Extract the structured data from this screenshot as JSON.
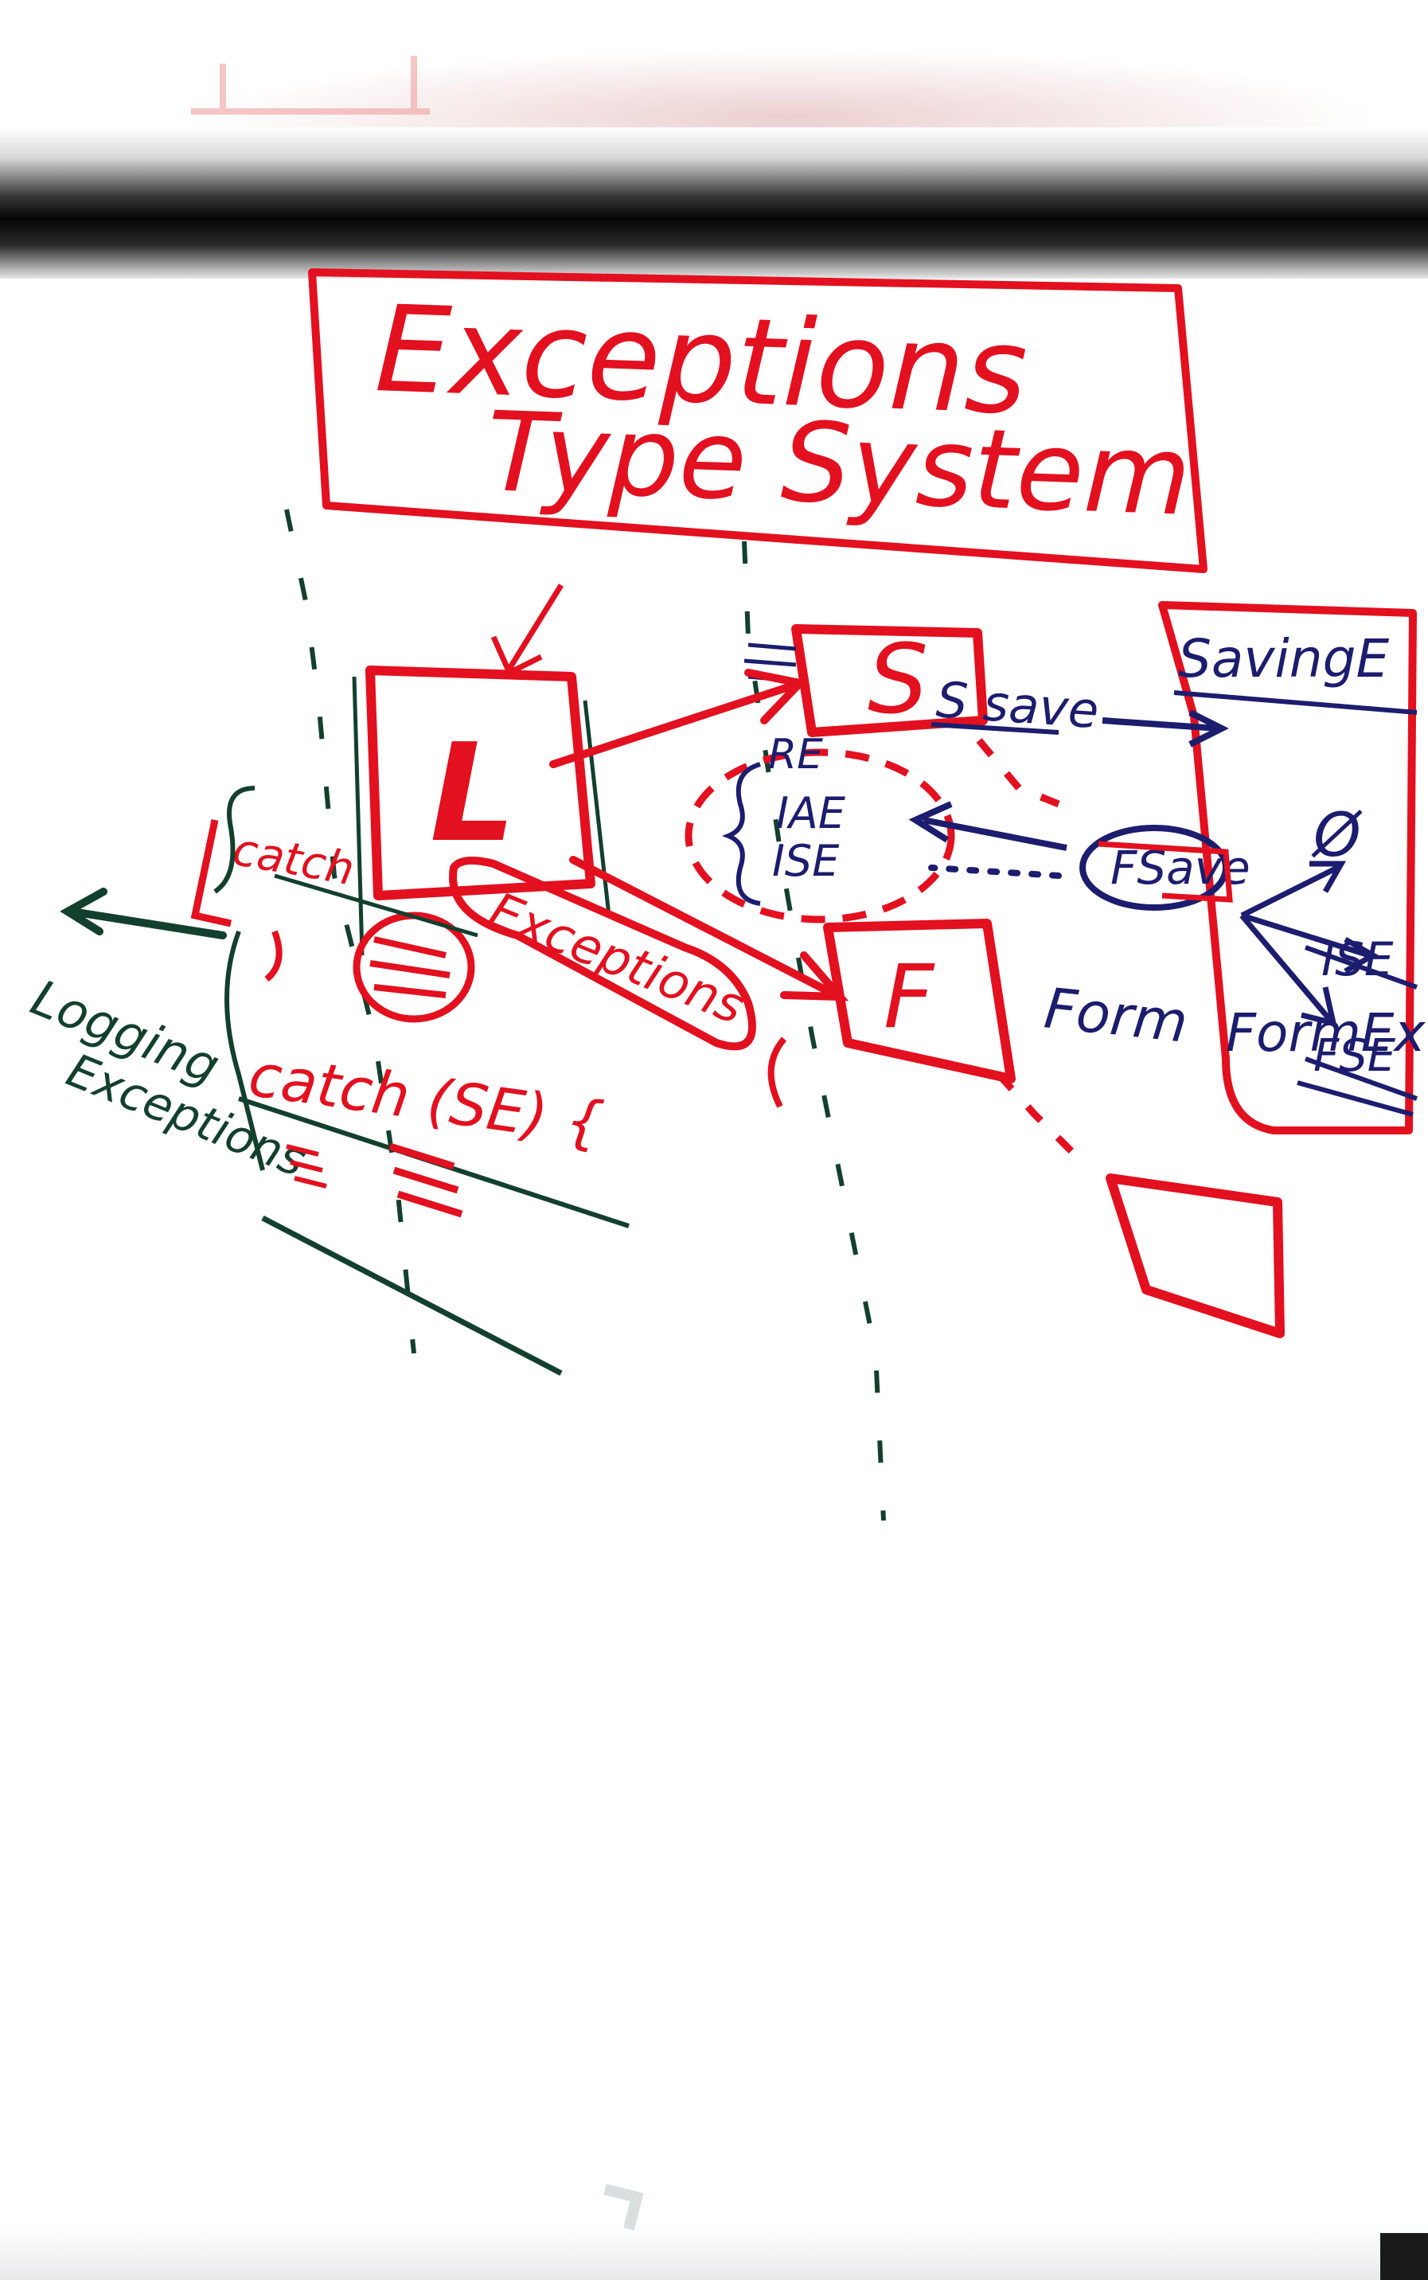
{
  "colors": {
    "red": "#e3101f",
    "navy": "#1c1d6e",
    "green": "#13402e",
    "tray": "#0b0b0b"
  },
  "title": {
    "line1": "Exceptions",
    "line2": "Type System"
  },
  "nodes": {
    "layer_l": "L",
    "layer_s": "S",
    "layer_f": "F",
    "layer_empty": ""
  },
  "annotations": {
    "s_save": "S save",
    "savings": "SavingE",
    "rte": "RE",
    "iae": "IAE",
    "ise": "ISE",
    "fsave": "FSave",
    "phi": "Ø",
    "form": "Form",
    "formex": "FormEx",
    "ise_right": "ISE",
    "fse_right": "FSE",
    "exceptions_oval": "Exceptions",
    "catch_l": "catch",
    "catch_se": "catch (SE) {",
    "logging": "Logging",
    "exceptions_green": "Exceptions"
  }
}
